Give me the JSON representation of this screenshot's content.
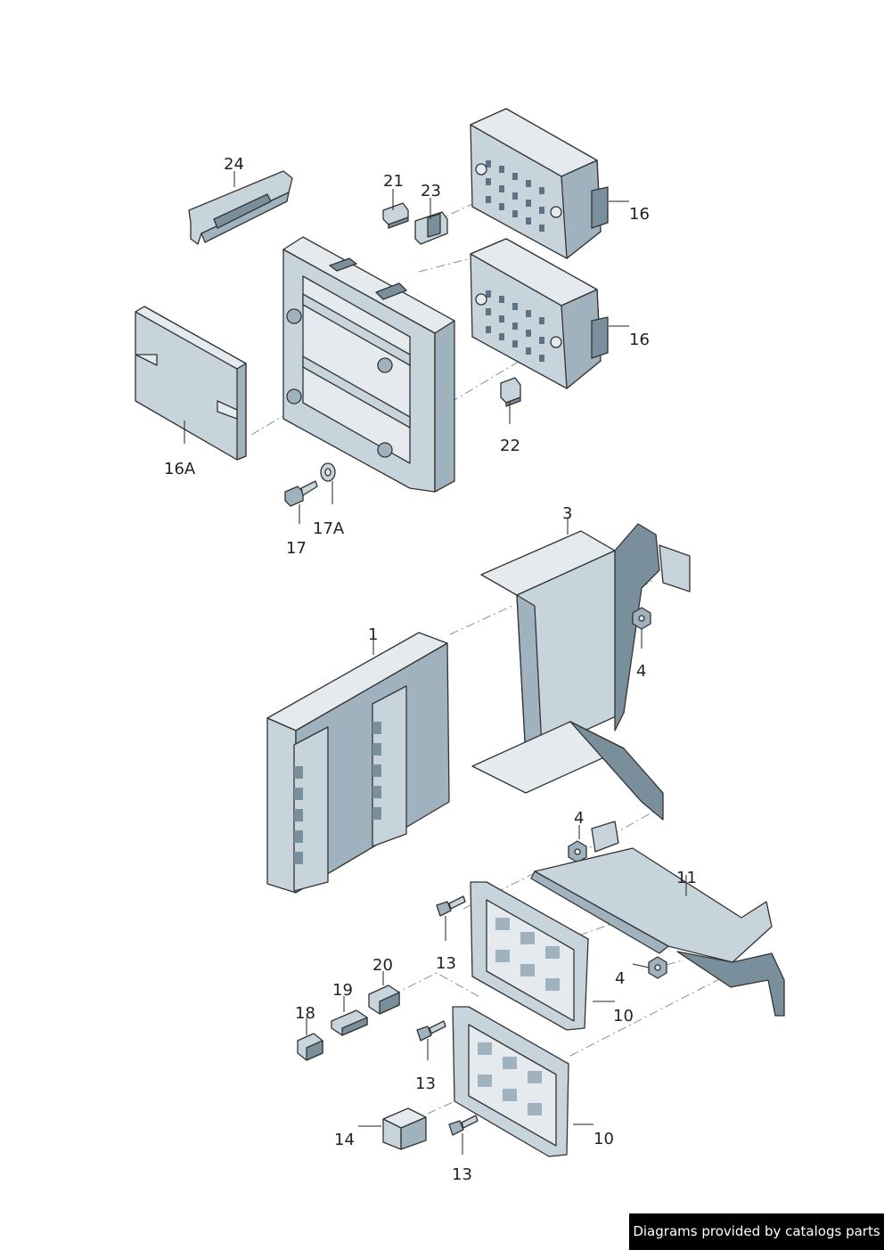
{
  "labels": {
    "p24": "24",
    "p21": "21",
    "p23": "23",
    "p16a": "16",
    "p16b": "16",
    "p16A": "16A",
    "p22": "22",
    "p17": "17",
    "p17A": "17A",
    "p3": "3",
    "p1": "1",
    "p4a": "4",
    "p4b": "4",
    "p4c": "4",
    "p11": "11",
    "p13a": "13",
    "p13b": "13",
    "p13c": "13",
    "p20": "20",
    "p19": "19",
    "p18": "18",
    "p10a": "10",
    "p10b": "10",
    "p14": "14"
  },
  "credit": "Diagrams provided by catalogs parts",
  "colors": {
    "part_light": "#c7d4dc",
    "part_mid": "#9fb2bd",
    "part_dark": "#7a8f9c",
    "outline": "#333333"
  }
}
